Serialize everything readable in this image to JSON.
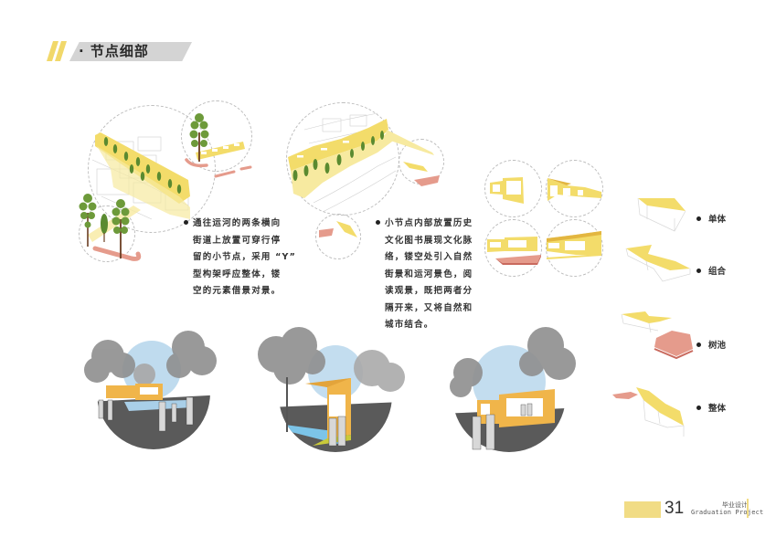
{
  "header": {
    "title": "· 节点细部",
    "accent_color": "#f1d86a",
    "bar_color": "#d4d4d4"
  },
  "paragraphs": [
    {
      "lines": [
        "通往运河的两条横向",
        "街道上放置可穿行停",
        "留的小节点，采用 “Y”",
        "型构架呼应整体，镂",
        "空的元素借景对景。"
      ]
    },
    {
      "lines": [
        "小节点内部放置历史",
        "文化图书展现文化脉",
        "络，镂空处引入自然",
        "街景和运河景色，阅",
        "读观景，既把两者分",
        "隔开来，又将自然和",
        "城市结合。"
      ]
    }
  ],
  "component_labels": [
    "单体",
    "组合",
    "树池",
    "整体"
  ],
  "colors": {
    "yellow": "#f3dc6a",
    "yellow_light": "#f7eaa0",
    "pink": "#e59b8c",
    "pink_dark": "#c96a5e",
    "orange_wall": "#f0b54a",
    "tree_green": "#6d9a3a",
    "tree_trunk": "#6b3e22",
    "gray_tree": "#8f8f8f",
    "sky_blue": "#a9cfe8",
    "road": "#5a5a5a"
  },
  "footer": {
    "page_number": "31",
    "title_cn": "毕业设计",
    "title_en": "Graduation Project",
    "accent_color": "#f1dc85"
  }
}
